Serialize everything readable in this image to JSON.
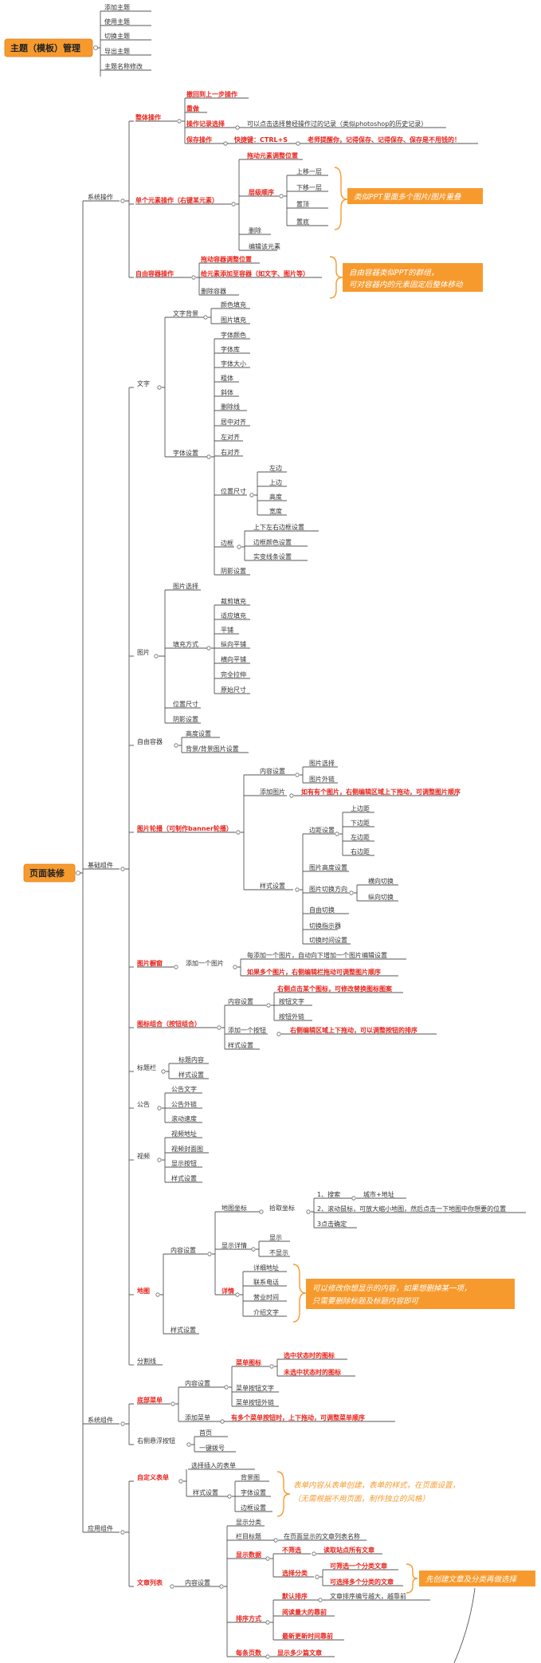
{
  "theme_root": "主题（模板）管理",
  "theme_items": [
    "添加主题",
    "使用主题",
    "切换主题",
    "导出主题",
    "主题名称修改"
  ],
  "page_root": "页面装修",
  "sections": {
    "system_ops": "系统操作",
    "basic_components": "基础组件",
    "system_components": "系统组件",
    "app_components": "应用组件"
  },
  "overall": {
    "label": "整体操作",
    "undo": "撤回到上一步操作",
    "redo": "重做",
    "history": "操作记录选择",
    "history_note": "可以点击选择曾经操作过的记录（类似photoshop的历史记录）",
    "save": "保存操作",
    "save_key": "快捷键：CTRL+S",
    "save_note": "老师提醒你，记得保存、记得保存、保存是不用钱的！"
  },
  "single": {
    "label": "单个元素操作（右键某元素）",
    "drag": "拖动元素调整位置",
    "layer": "层级顺序",
    "layer_items": [
      "上移一层",
      "下移一层",
      "置顶",
      "置底"
    ],
    "delete": "删除",
    "edit": "编辑该元素",
    "callout": "类似PPT里面多个图片/图片重叠"
  },
  "free": {
    "label": "自由容器操作",
    "drag": "拖动容器调整位置",
    "add": "给元素添加至容器（如文字、图片等）",
    "delete": "删除容器",
    "callout1": "自由容器类似PPT的群组，",
    "callout2": "可对容器内的元素固定后整体移动"
  },
  "text": {
    "label": "文字",
    "bg": "文字背景",
    "bg_items": [
      "颜色填充",
      "图片填充"
    ],
    "font": "字体设置",
    "font_items": [
      "字体颜色",
      "字体库",
      "字体大小",
      "粗体",
      "斜体",
      "删除线",
      "居中对齐",
      "左对齐",
      "右对齐"
    ],
    "pos": "位置尺寸",
    "pos_items": [
      "左边",
      "上边",
      "高度",
      "宽度"
    ],
    "border": "边框",
    "border_items": [
      "上下左右边框设置",
      "边框颜色设置",
      "实变线条设置"
    ],
    "shadow": "阴影设置"
  },
  "image": {
    "label": "图片",
    "select": "图片选择",
    "fill": "填充方式",
    "fill_items": [
      "裁剪填充",
      "适应填充",
      "平铺",
      "纵向平铺",
      "横向平铺",
      "完全拉伸",
      "原始尺寸"
    ],
    "pos": "位置尺寸",
    "shadow": "阴影设置"
  },
  "freebox": {
    "label": "自由容器",
    "items": [
      "高度设置",
      "背景/背景图片设置"
    ]
  },
  "carousel": {
    "label": "图片轮播（可制作banner轮播）",
    "content": "内容设置",
    "content_items": [
      "图片选择",
      "图片外链"
    ],
    "add": "添加图片",
    "add_note": "如有有个图片，右侧编辑区域上下拖动，可调整图片顺序",
    "style": "样式设置",
    "margin": "边距设置",
    "margin_items": [
      "上边距",
      "下边距",
      "左边距",
      "右边距"
    ],
    "height": "图片高度设置",
    "dir": "图片切换方向",
    "dir_items": [
      "横向切换",
      "纵向切换"
    ],
    "auto": "自由切换",
    "indicator": "切换指示器",
    "interval": "切换时间设置"
  },
  "gallery": {
    "label": "图片橱窗",
    "add": "添加一个图片",
    "note1": "每添加一个图片，自动向下增加一个图片编辑设置",
    "note2": "如果多个图片，右侧编辑栏拖动可调整图片顺序"
  },
  "icons": {
    "label": "图标组合（按钮组合）",
    "note_top": "右侧点击某个图标，可修改替换图标图案",
    "content": "内容设置",
    "content_items": [
      "按钮文字",
      "按钮外链"
    ],
    "add": "添加一个按钮",
    "add_note": "右侧编辑区域上下拖动，可以调整按钮的排序",
    "style": "样式设置"
  },
  "titlebar": {
    "label": "标题栏",
    "items": [
      "标题内容",
      "样式设置"
    ]
  },
  "notice": {
    "label": "公告",
    "items": [
      "公告文字",
      "公告外链",
      "滚动速度"
    ]
  },
  "video": {
    "label": "视频",
    "items": [
      "视频地址",
      "视频封面图",
      "显示按钮",
      "样式设置"
    ]
  },
  "map": {
    "label": "地图",
    "content": "内容设置",
    "coord": "地图坐标",
    "pick": "拾取坐标",
    "pick_items": [
      "1、搜索",
      "2、滚动鼠标，可放大缩小地图，然后点击一下地图中你想要的位置",
      "3点击确定"
    ],
    "search_note": "城市+地址",
    "show": "显示详情",
    "show_items": [
      "显示",
      "不显示"
    ],
    "detail": "详情",
    "detail_items": [
      "详细地址",
      "联系电话",
      "营业时间",
      "介绍文字"
    ],
    "style": "样式设置",
    "callout1": "可以修改你想显示的内容，如果想删掉某一项，",
    "callout2": "只需要删除标题及标题内容即可"
  },
  "divider": {
    "label": "分割线"
  },
  "bottom_menu": {
    "label": "底部菜单",
    "content": "内容设置",
    "icon": "菜单图标",
    "icon_items": [
      "选中状态时的图标",
      "未选中状态时的图标"
    ],
    "text": "菜单按钮文字",
    "link": "菜单按钮外链",
    "add": "添加菜单",
    "add_note": "有多个菜单按钮时，上下拖动，可调整菜单顺序"
  },
  "float_btn": {
    "label": "右侧悬浮按钮",
    "items": [
      "首页",
      "一键拨号"
    ]
  },
  "form": {
    "label": "选择插入的表单"
  },
  "custom_form": {
    "label": "自定义表单",
    "style": "样式设置",
    "style_items": [
      "背景图",
      "字体设置",
      "边框设置"
    ],
    "callout1": "表单内容从表单创建，表单的样式，在页面设置，",
    "callout2": "（无需根据不用页面，制作独立的风格）"
  },
  "article_list": {
    "label": "文章列表",
    "content": "内容设置",
    "show_cat": "显示分类",
    "col_title": "栏目标题",
    "col_title_note": "在页面显示的文章列表名称",
    "data": "显示数据",
    "no_filter": "不筛选",
    "no_filter_note": "读取站点所有文章",
    "choose": "选择分类",
    "choose_items": [
      "可筛选一个分类文章",
      "可选择多个分类的文章"
    ],
    "sort": "排序方式",
    "default_sort": "默认排序",
    "default_sort_note": "文章排序编号越大，越靠前",
    "sort_items": [
      "阅读量大的靠前",
      "最新更新时间靠前"
    ],
    "count": "每条页数",
    "count_note": "显示多少篇文章",
    "callout": "先创建文章及分类再做选择"
  }
}
